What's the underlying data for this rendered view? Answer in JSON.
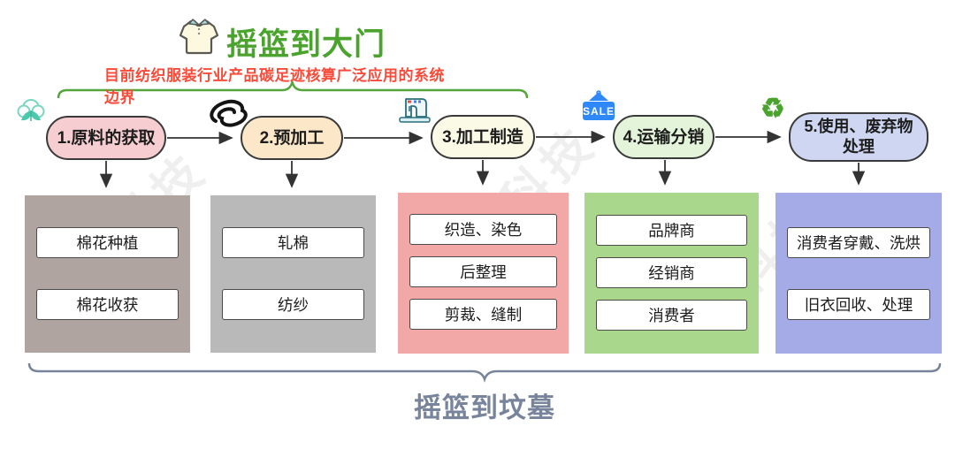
{
  "header": {
    "title": "摇篮到大门",
    "subtitle": "目前纺织服装行业产品碳足迹核算广泛应用的系统边界"
  },
  "stages": [
    {
      "label": "1.原料的获取",
      "icon": "cotton-icon",
      "pill_color": "#f6cdd0",
      "box_color": "#b0a4a0",
      "items": [
        "棉花种植",
        "棉花收获"
      ]
    },
    {
      "label": "2.预加工",
      "icon": "yarn-swirl-icon",
      "pill_color": "#fce7c9",
      "box_color": "#bab9b9",
      "items": [
        "轧棉",
        "纺纱"
      ]
    },
    {
      "label": "3.加工制造",
      "icon": "sewing-machine-icon",
      "pill_color": "#fbfae6",
      "box_color": "#f3a8a8",
      "items": [
        "织造、染色",
        "后整理",
        "剪裁、缝制"
      ]
    },
    {
      "label": "4.运输分销",
      "icon": "sale-tag-icon",
      "sale_text": "SALE",
      "pill_color": "#e4f4da",
      "box_color": "#a9d88c",
      "items": [
        "品牌商",
        "经销商",
        "消费者"
      ]
    },
    {
      "label": "5.使用、废弃物处理",
      "icon": "recycle-icon",
      "recycle_glyph": "♻",
      "pill_color": "#ced6f2",
      "box_color": "#a4abe7",
      "items": [
        "消费者穿戴、洗烘",
        "旧衣回收、处理"
      ]
    }
  ],
  "footer": {
    "label": "摇篮到坟墓"
  },
  "watermark": {
    "text": "衡科技"
  },
  "colors": {
    "title_green": "#4aa32c",
    "subtitle_red": "#f94b3a",
    "brace_green": "#56a63c",
    "brace_gray": "#78849c",
    "arrow": "#333333"
  }
}
